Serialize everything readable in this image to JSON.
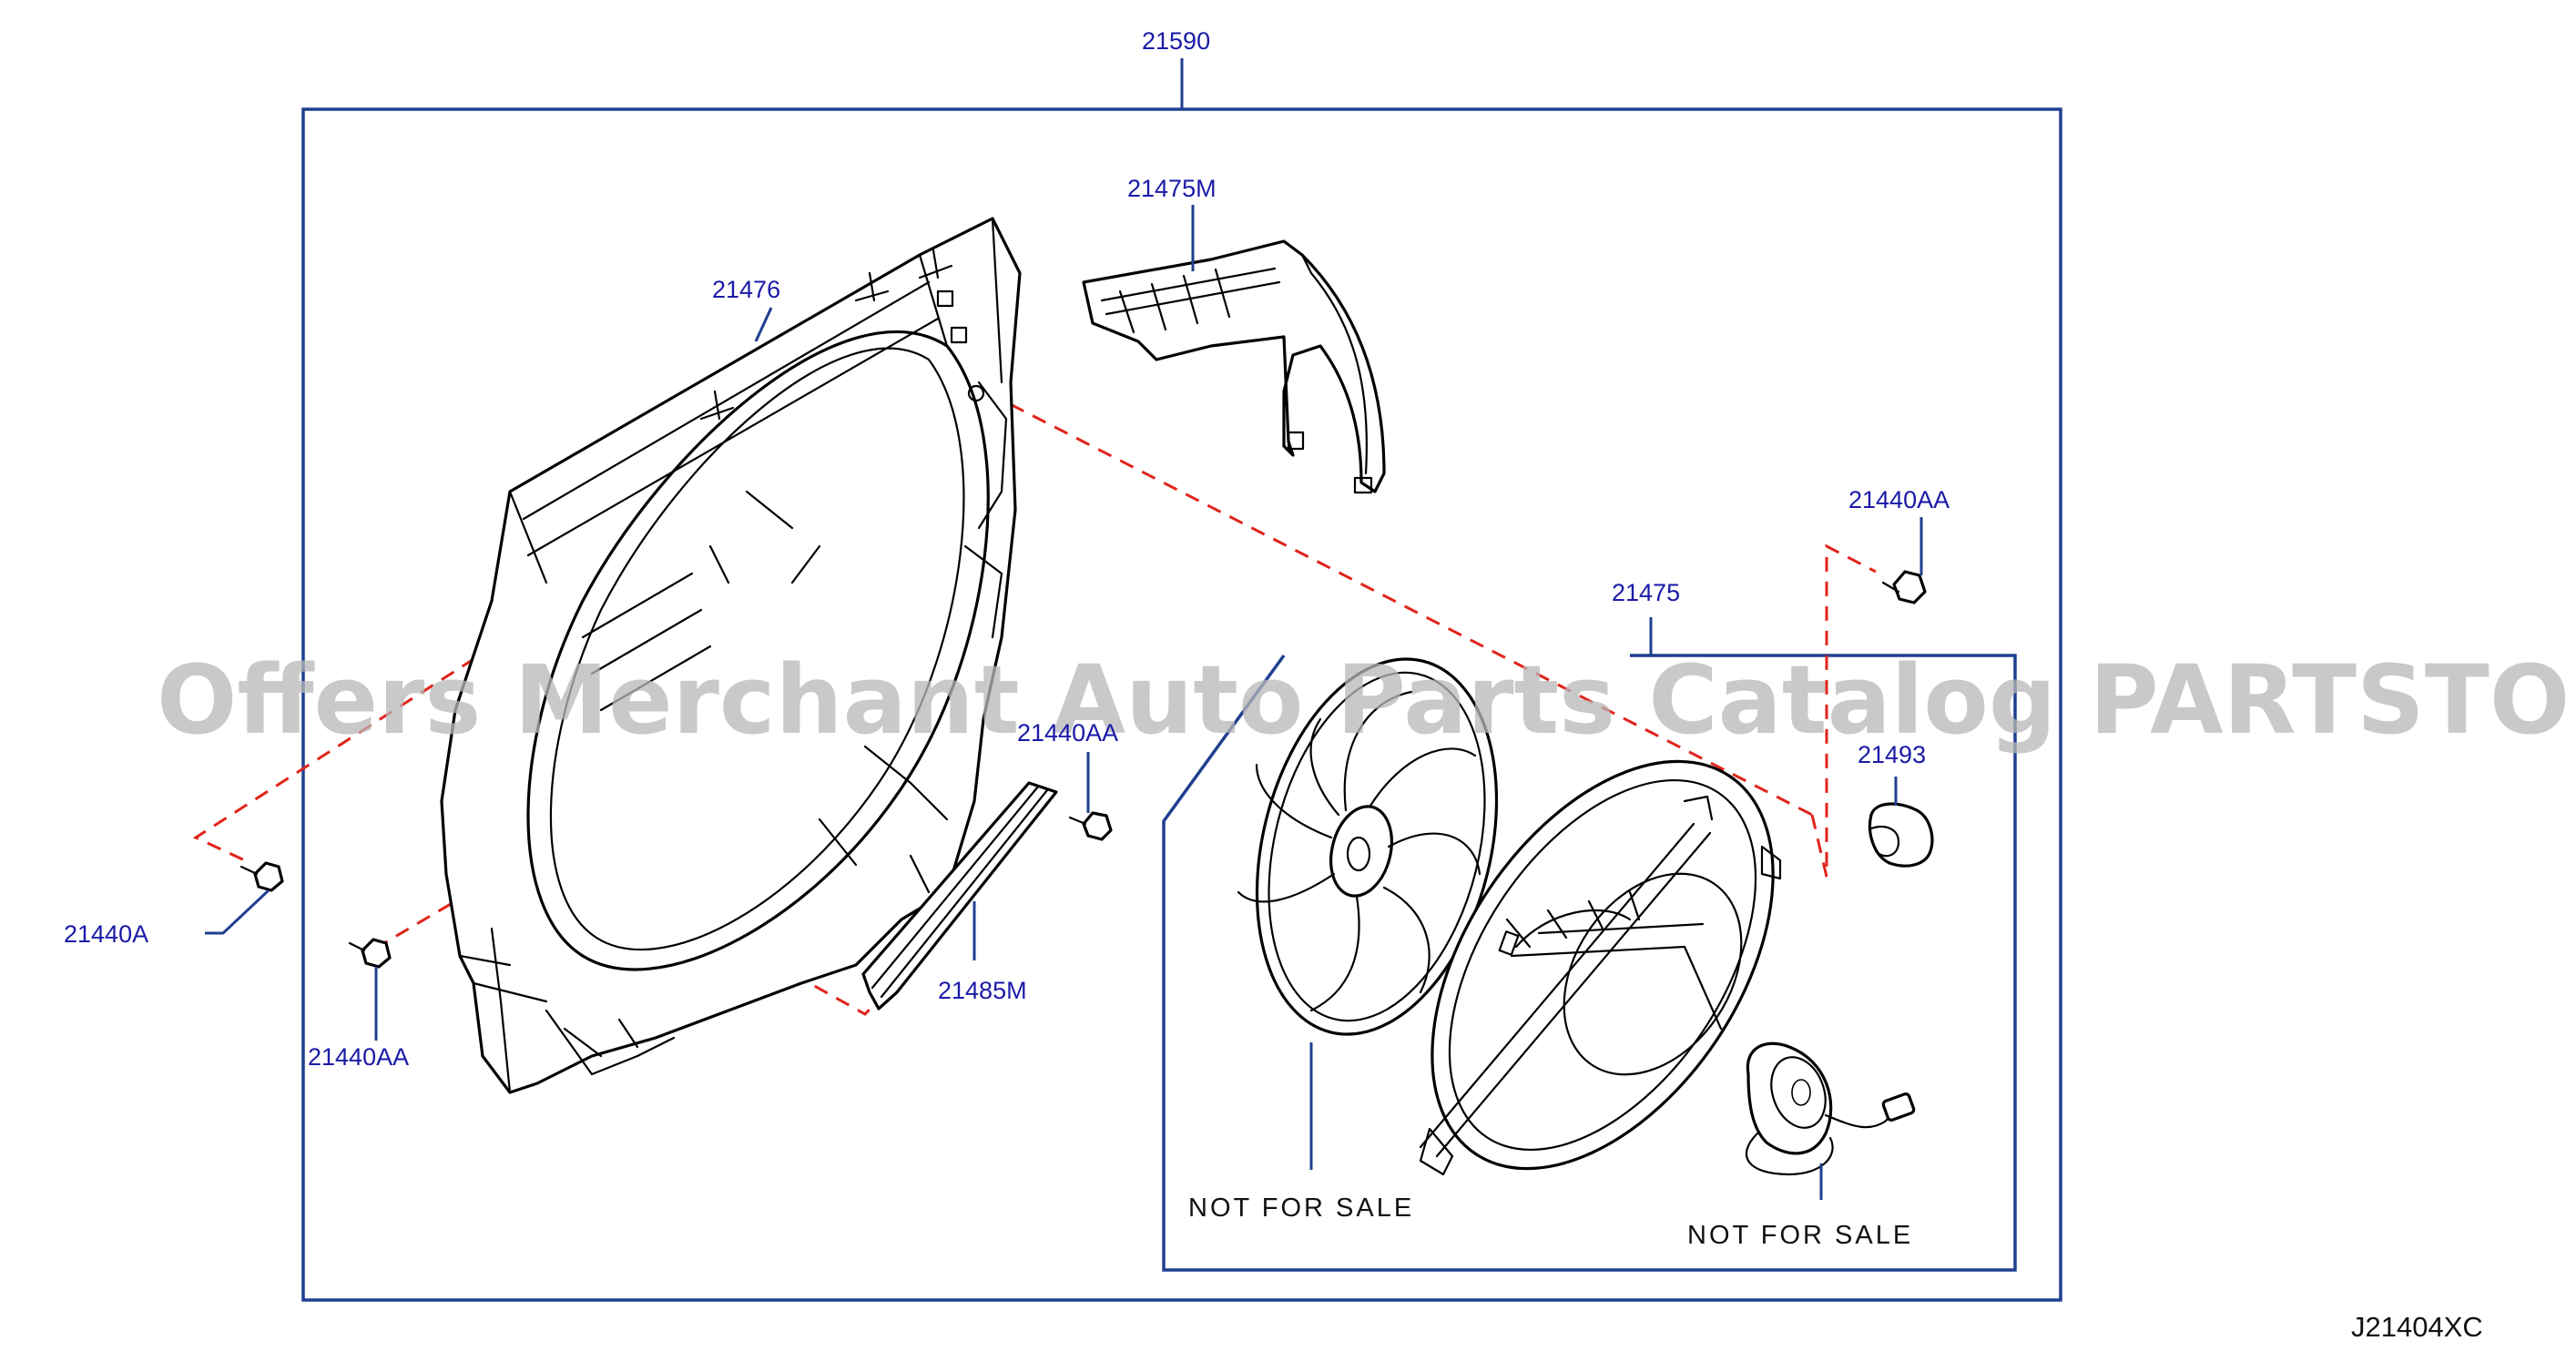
{
  "labels": {
    "assembly": "21590",
    "shroud": "21476",
    "upper_duct": "21475M",
    "bolt_right": "21440AA",
    "fan_motor_assy": "21475",
    "bolt_center": "21440AA",
    "bushing": "21493",
    "bolt_left": "21440A",
    "seal_strip": "21485M",
    "bolt_bottom": "21440AA"
  },
  "notes": {
    "fan_note": "NOT FOR SALE",
    "motor_note": "NOT FOR SALE"
  },
  "diagram_code": "J21404XC",
  "watermark": "Offers Merchant Auto Parts Catalog PARTSTORE.SA",
  "colors": {
    "label_text": "#1a1aa8",
    "frame_lines": "#1f3f8f",
    "dashed_lines": "#e0241b",
    "part_lines": "#000000"
  }
}
